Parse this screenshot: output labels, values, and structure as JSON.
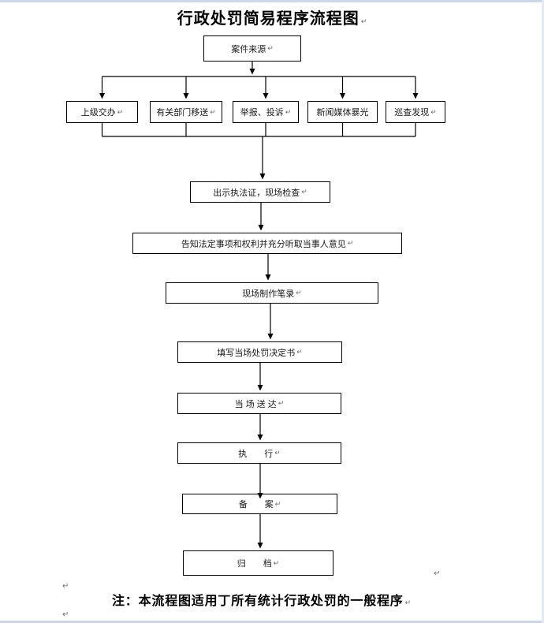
{
  "page": {
    "title": "行政处罚简易程序流程图",
    "note": "注：本流程图适用丁所有统计行政处罚的一般程序",
    "return_mark": "↵"
  },
  "colors": {
    "line": "#000000",
    "box_border": "#000000",
    "page_edge_blue": "#c9d7e9",
    "background": "#ffffff"
  },
  "boxes": [
    {
      "id": "case-source",
      "label": "案件来源"
    },
    {
      "id": "superior-assignment",
      "label": "上级交办"
    },
    {
      "id": "dept-transfer",
      "label": "有关部门移送"
    },
    {
      "id": "report-complaint",
      "label": "举报、投诉"
    },
    {
      "id": "media-exposure",
      "label": "新闻媒体暴光"
    },
    {
      "id": "inspection-discovery",
      "label": "巡查发现"
    },
    {
      "id": "show-credentials",
      "label": "出示执法证，现场检查"
    },
    {
      "id": "inform-rights",
      "label": "告知法定事项和权利并充分听取当事人意见"
    },
    {
      "id": "onsite-record",
      "label": "现场制作笔录"
    },
    {
      "id": "fill-decision",
      "label": "填写当场处罚决定书"
    },
    {
      "id": "onsite-delivery",
      "label": "当 场 送 达"
    },
    {
      "id": "execution",
      "label": "执　　行"
    },
    {
      "id": "filing",
      "label": "备　　案"
    },
    {
      "id": "archiving",
      "label": "归　　档"
    }
  ],
  "edges": [
    {
      "from": "case-source",
      "to": "superior-assignment"
    },
    {
      "from": "case-source",
      "to": "dept-transfer"
    },
    {
      "from": "case-source",
      "to": "report-complaint"
    },
    {
      "from": "case-source",
      "to": "media-exposure"
    },
    {
      "from": "case-source",
      "to": "inspection-discovery"
    },
    {
      "from": "superior-assignment",
      "to": "show-credentials"
    },
    {
      "from": "dept-transfer",
      "to": "show-credentials"
    },
    {
      "from": "report-complaint",
      "to": "show-credentials"
    },
    {
      "from": "media-exposure",
      "to": "show-credentials"
    },
    {
      "from": "inspection-discovery",
      "to": "show-credentials"
    },
    {
      "from": "show-credentials",
      "to": "inform-rights"
    },
    {
      "from": "inform-rights",
      "to": "onsite-record"
    },
    {
      "from": "onsite-record",
      "to": "fill-decision"
    },
    {
      "from": "fill-decision",
      "to": "onsite-delivery"
    },
    {
      "from": "onsite-delivery",
      "to": "execution"
    },
    {
      "from": "execution",
      "to": "filing"
    },
    {
      "from": "filing",
      "to": "archiving"
    }
  ]
}
